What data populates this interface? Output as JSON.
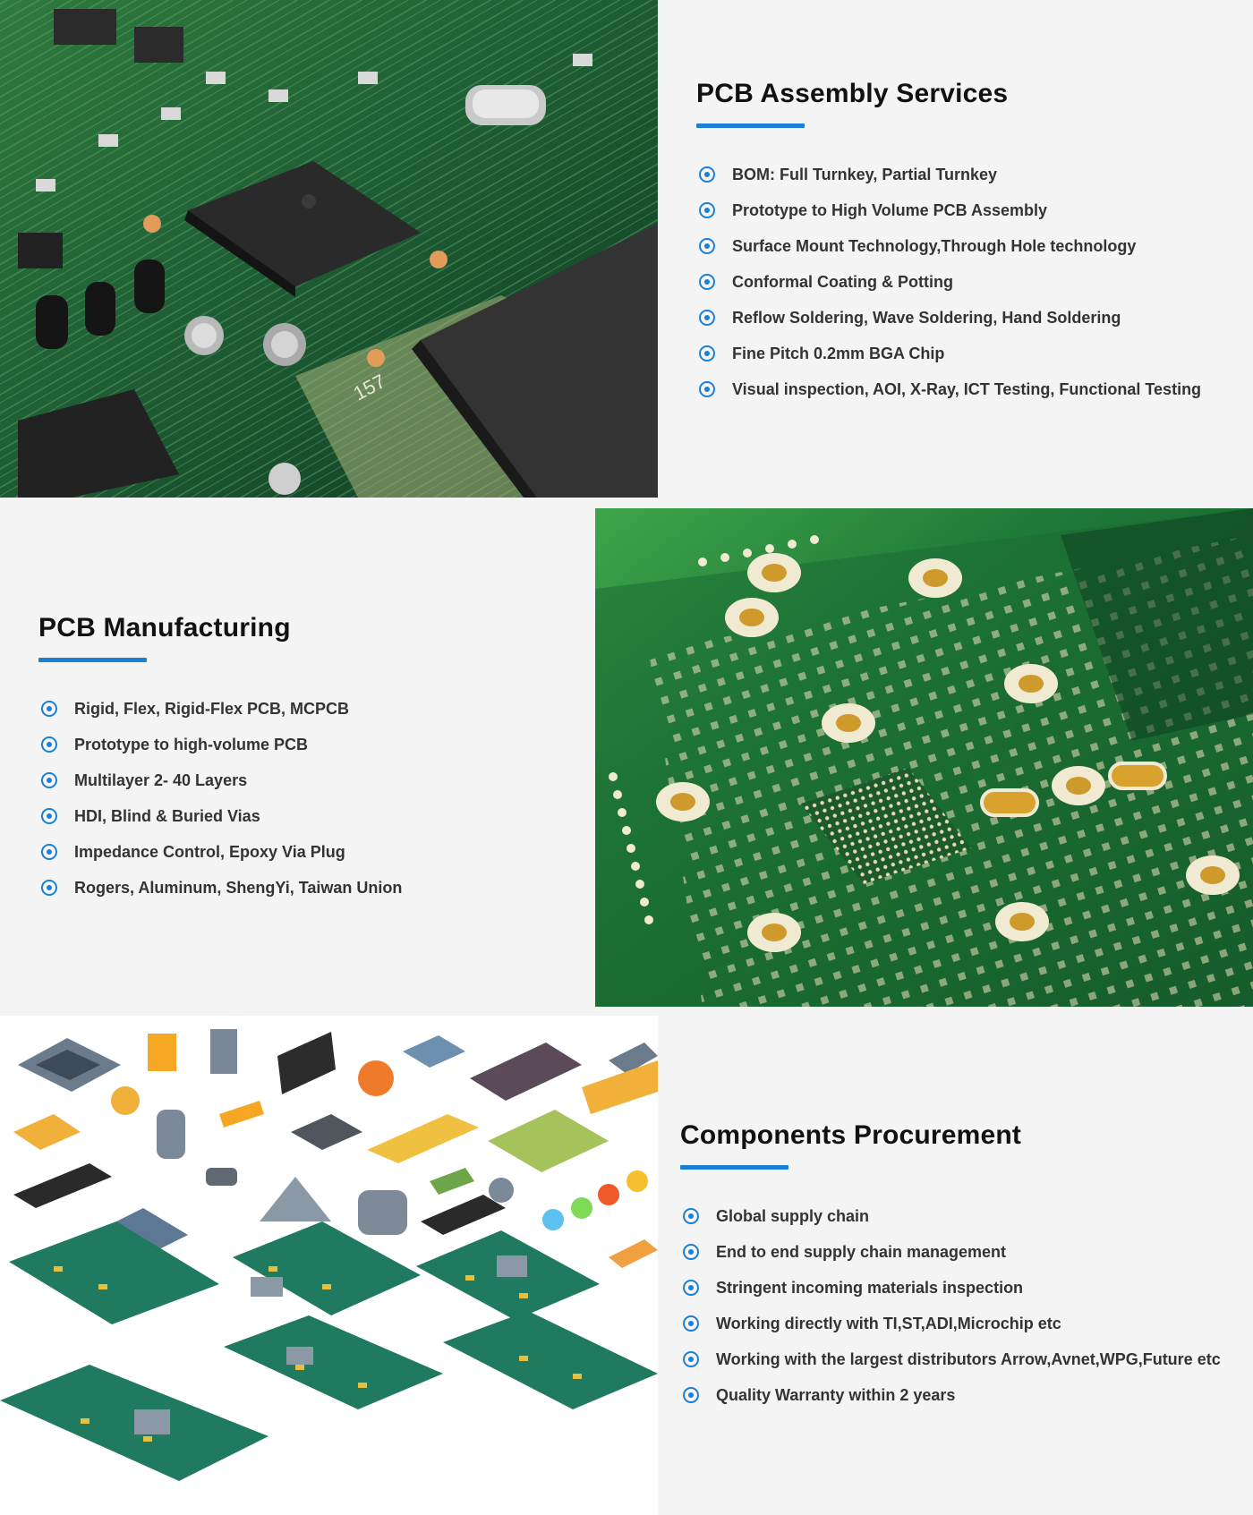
{
  "sections": [
    {
      "title": "PCB Assembly Services",
      "items": [
        "BOM: Full Turnkey, Partial Turnkey",
        "Prototype to High Volume PCB Assembly",
        "Surface Mount Technology,Through Hole technology",
        "Conformal Coating & Potting",
        "Reflow Soldering, Wave Soldering, Hand Soldering",
        "Fine Pitch 0.2mm BGA Chip",
        "Visual inspection, AOI, X-Ray, ICT Testing, Functional Testing"
      ],
      "image_labels": [
        "157"
      ]
    },
    {
      "title": "PCB Manufacturing",
      "items": [
        "Rigid, Flex, Rigid-Flex PCB, MCPCB",
        "Prototype to high-volume PCB",
        "Multilayer 2- 40 Layers",
        "HDI, Blind & Buried Vias",
        "Impedance Control, Epoxy Via Plug",
        "Rogers, Aluminum, ShengYi, Taiwan Union"
      ]
    },
    {
      "title": "Components Procurement",
      "items": [
        "Global supply chain",
        "End to end supply chain management",
        "Stringent incoming materials inspection",
        "Working directly with TI,ST,ADI,Microchip etc",
        "Working with the largest distributors Arrow,Avnet,WPG,Future etc",
        "Quality Warranty within 2 years"
      ]
    }
  ],
  "colors": {
    "accent": "#1a80d6",
    "background": "#f4f4f4",
    "heading": "#111111",
    "item_text": "#333333",
    "pcb_green": "#1f6b3a"
  },
  "icons": {
    "bullet": "radio-dot-icon"
  }
}
